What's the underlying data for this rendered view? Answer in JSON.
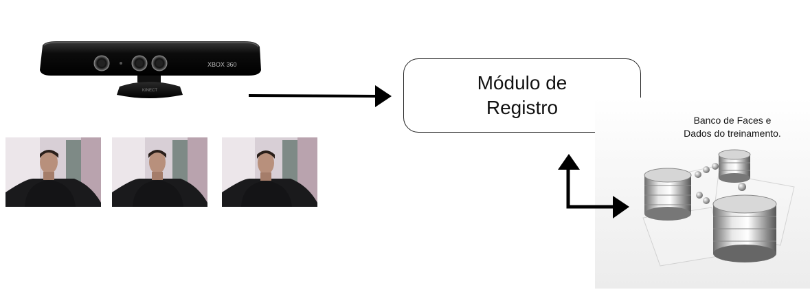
{
  "kinect": {
    "brand_label": "XBOX 360",
    "stand_label": "KINECT"
  },
  "frames": [
    {
      "id": "frame-1"
    },
    {
      "id": "frame-2"
    },
    {
      "id": "frame-3"
    }
  ],
  "module": {
    "line1": "Módulo de",
    "line2": "Registro"
  },
  "database": {
    "caption_line1": "Banco de Faces e",
    "caption_line2": "Dados do treinamento."
  },
  "colors": {
    "arrow": "#000000",
    "box_border": "#222222",
    "kinect_body": "#111111"
  },
  "icons": [
    "kinect-sensor-icon",
    "database-stack-icon",
    "arrow-right-icon",
    "arrow-up-icon"
  ]
}
